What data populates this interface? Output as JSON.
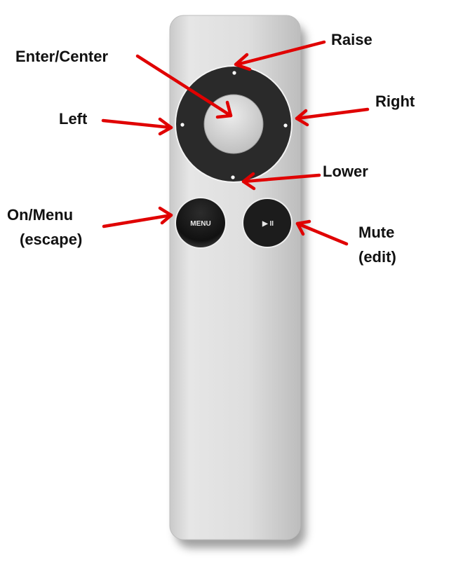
{
  "labels": {
    "raise": "Raise",
    "enter_center": "Enter/Center",
    "right": "Right",
    "left": "Left",
    "lower": "Lower",
    "on_menu": "On/Menu",
    "on_menu_sub": "(escape)",
    "mute": "Mute",
    "mute_sub": "(edit)"
  },
  "buttons": {
    "menu": "MENU",
    "play_pause": "▶ II"
  },
  "colors": {
    "arrow": "#e00000",
    "remote_body": "#d9d9d9",
    "wheel": "#2a2a2a"
  }
}
